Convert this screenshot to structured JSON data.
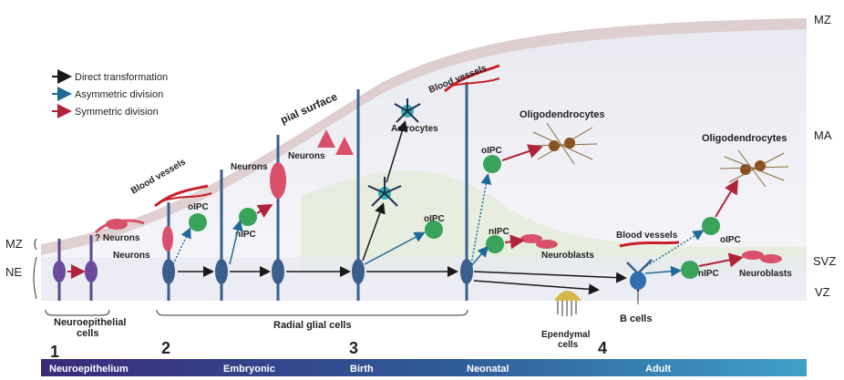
{
  "legend": {
    "direct": "Direct transformation",
    "asymmetric": "Asymmetric division",
    "symmetric": "Symmetric division"
  },
  "colors": {
    "direct": "#1a1a1a",
    "asymmetric": "#1f6a96",
    "symmetric": "#b0243a",
    "radial_glia": "#3b5f8c",
    "ipc": "#3aa35a",
    "neuron": "#d8506a",
    "oligo": "#8a4a1a",
    "timeline_start": "#3a2a7a",
    "timeline_end": "#3fa0c8"
  },
  "zones_right": {
    "mz": "MZ",
    "ma": "MA",
    "svz": "SVZ",
    "vz": "VZ"
  },
  "zones_left": {
    "mz": "MZ",
    "ne": "NE"
  },
  "labels": {
    "pial_surface": "pial surface",
    "blood_vessels_1": "Blood vessels",
    "blood_vessels_2": "Blood vessels",
    "blood_vessels_3": "Blood vessels",
    "neurons_q": "? Neurons",
    "neurons_2": "Neurons",
    "neurons_3": "Neurons",
    "neurons_4": "Neurons",
    "opc_1": "oIPC",
    "npc_1": "nIPC",
    "astrocytes": "Astrocytes",
    "opc_2": "oIPC",
    "opc_3": "oIPC",
    "npc_2": "nIPC",
    "neuroblasts_1": "Neuroblasts",
    "oligo_1": "Oligodendrocytes",
    "oligo_2": "Oligodendrocytes",
    "opc_4": "oIPC",
    "npc_3": "nIPC",
    "neuroblasts_2": "Neuroblasts",
    "b_cells": "B cells",
    "ependymal_1": "Ependymal",
    "ependymal_2": "cells",
    "neuroepithelial_1": "Neuroepithelial",
    "neuroepithelial_2": "cells",
    "radial_glial": "Radial glial cells"
  },
  "stages": [
    "1",
    "2",
    "3",
    "4"
  ],
  "timeline": [
    "Neuroepithelium",
    "Embryonic",
    "Birth",
    "Neonatal",
    "Adult"
  ]
}
